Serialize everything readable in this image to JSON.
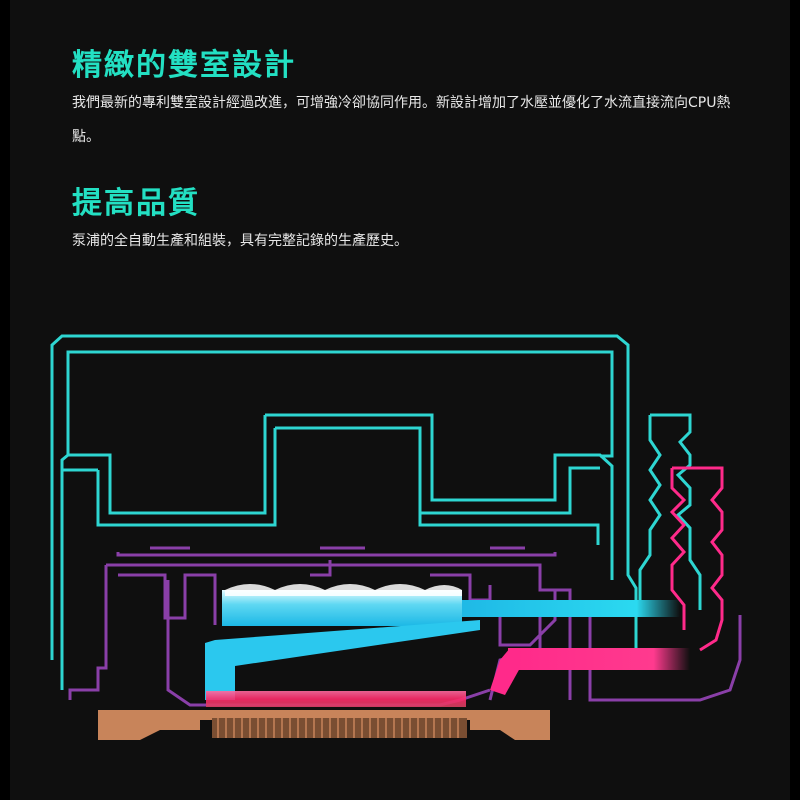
{
  "section1": {
    "title": "精緻的雙室設計",
    "description": "我們最新的專利雙室設計經過改進，可增強冷卻協同作用。新設計增加了水壓並優化了水流直接流向CPU熱點。"
  },
  "section2": {
    "title": "提高品質",
    "description": "泵浦的全自動生產和組裝，具有完整記錄的生產歷史。"
  },
  "colors": {
    "heading": "#23e0c3",
    "housing_outline": "#2ed6d2",
    "pump_chamber": "#8a3fa8",
    "hot_water": "#ff2a8a",
    "cold_water": "#2bd9f0",
    "copper_base": "#c8845a"
  }
}
